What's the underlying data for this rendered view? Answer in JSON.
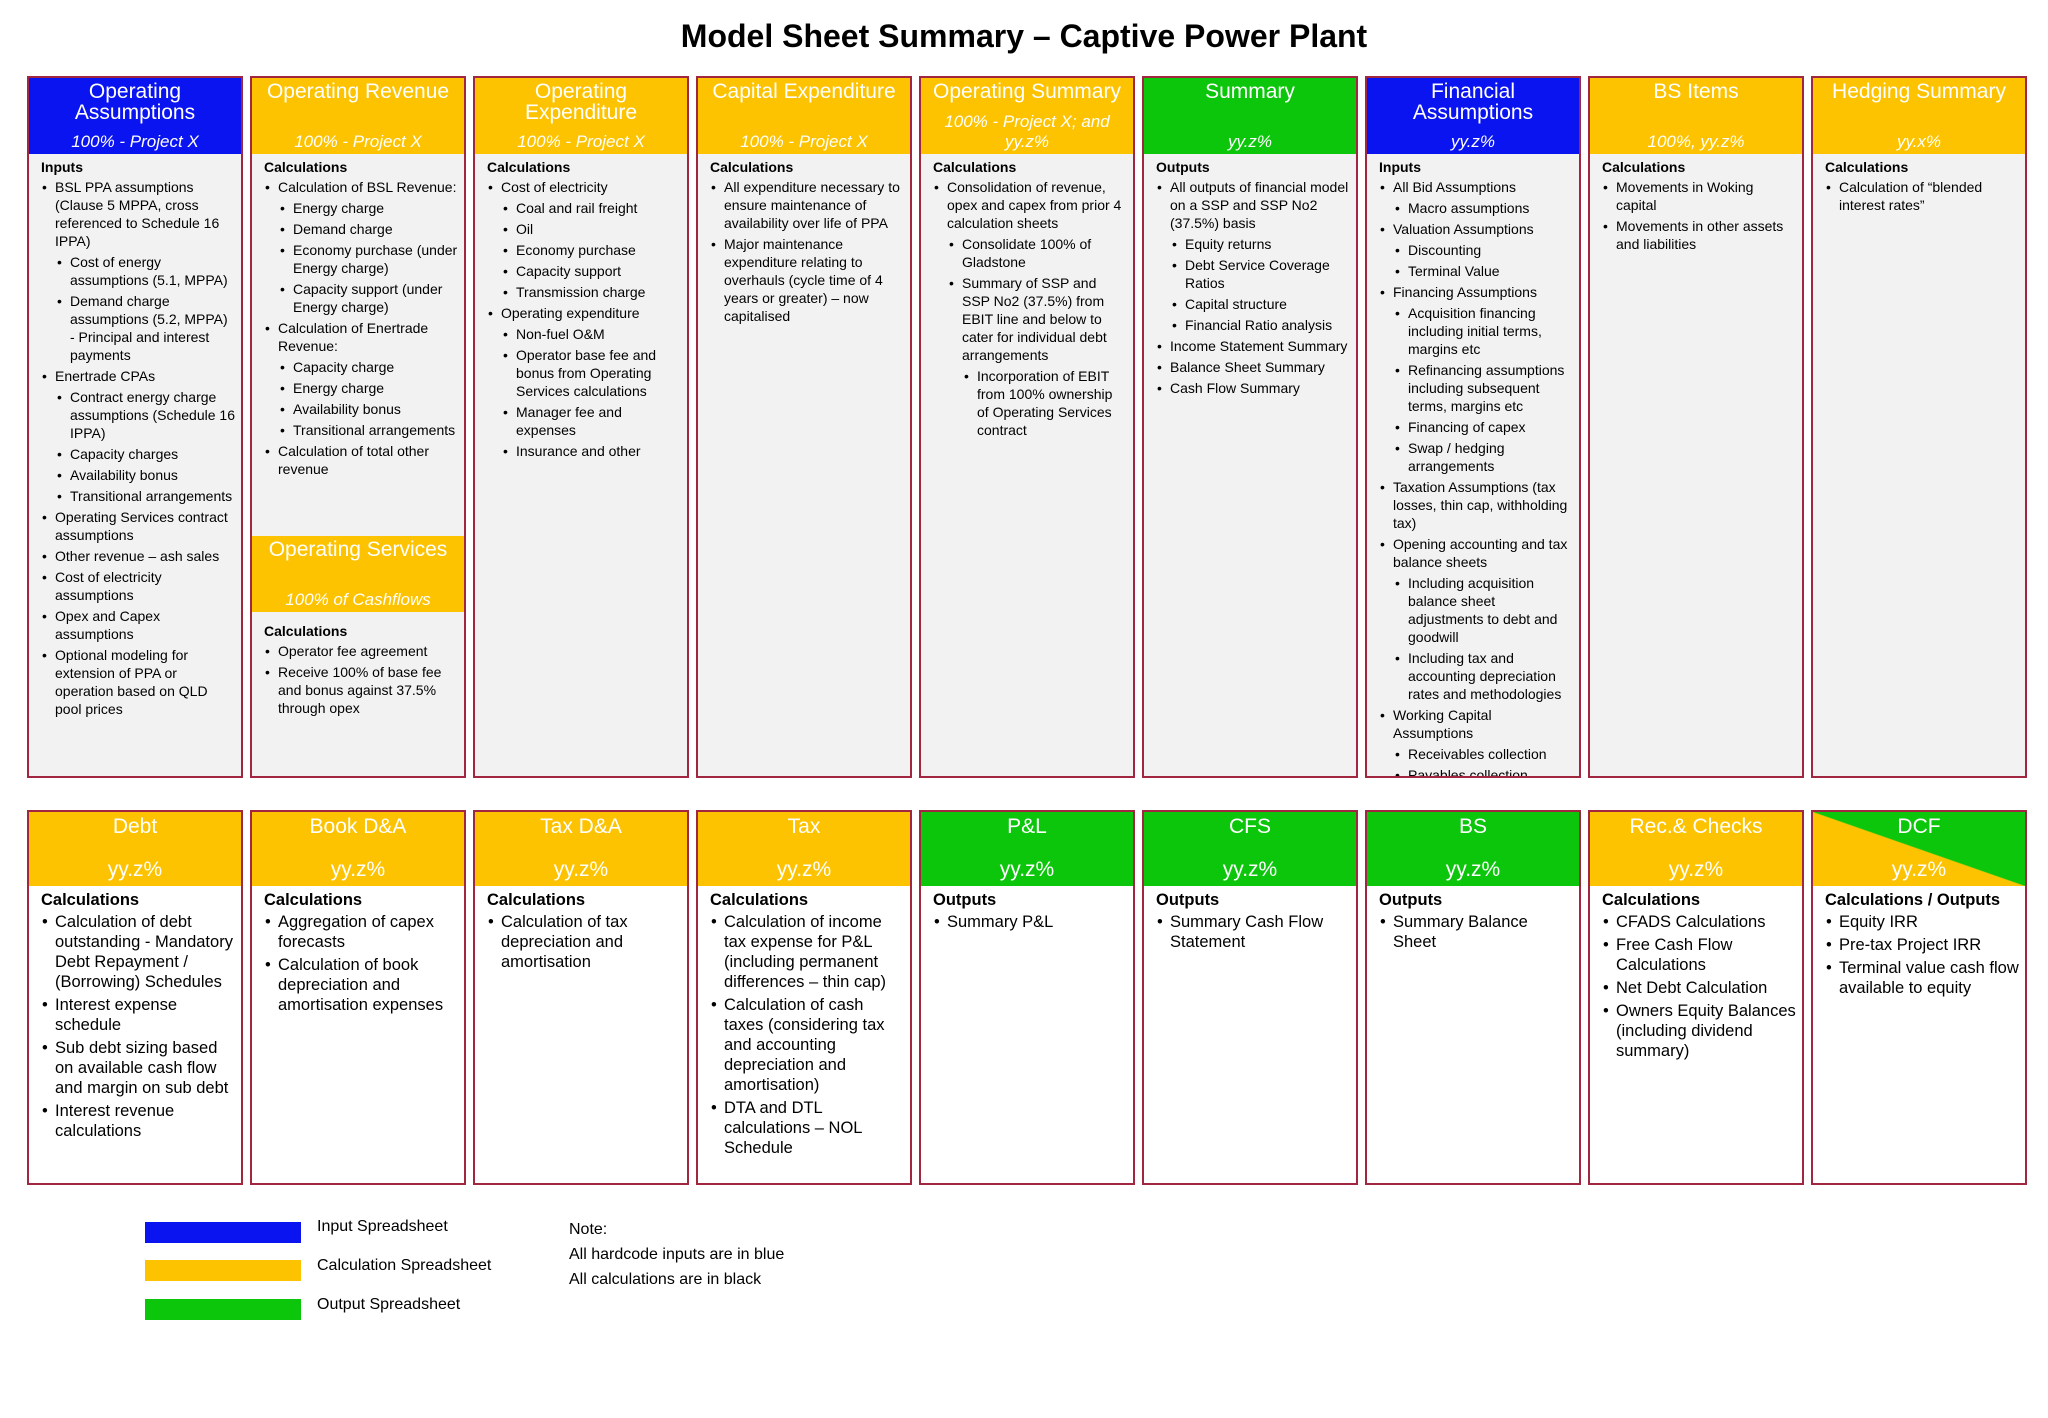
{
  "title": "Model Sheet Summary – Captive Power Plant",
  "row1": [
    {
      "title": "Operating Assumptions",
      "subtitle": "100% - Project X",
      "color": "blue",
      "section": "Inputs",
      "items": [
        {
          "text": "BSL PPA assumptions (Clause 5 MPPA, cross referenced to Schedule 16 IPPA)",
          "level": 1
        },
        {
          "text": "Cost of energy assumptions (5.1, MPPA)",
          "level": 2
        },
        {
          "text": "Demand charge assumptions (5.2, MPPA) - Principal and interest payments",
          "level": 2
        },
        {
          "text": "Enertrade CPAs",
          "level": 1
        },
        {
          "text": "Contract energy charge assumptions (Schedule 16 IPPA)",
          "level": 2
        },
        {
          "text": "Capacity charges",
          "level": 2
        },
        {
          "text": "Availability bonus",
          "level": 2
        },
        {
          "text": "Transitional arrangements",
          "level": 2
        },
        {
          "text": "Operating Services contract assumptions",
          "level": 1
        },
        {
          "text": "Other revenue – ash sales",
          "level": 1
        },
        {
          "text": "Cost of electricity assumptions",
          "level": 1
        },
        {
          "text": "Opex and Capex assumptions",
          "level": 1
        },
        {
          "text": "Optional modeling for extension of PPA or operation based on QLD pool prices",
          "level": 1
        }
      ]
    },
    {
      "title": "Operating Revenue",
      "subtitle": "100% - Project X",
      "color": "yellow",
      "section": "Calculations",
      "items": [
        {
          "text": "Calculation of BSL Revenue:",
          "level": 1
        },
        {
          "text": "Energy charge",
          "level": 2
        },
        {
          "text": "Demand charge",
          "level": 2
        },
        {
          "text": "Economy purchase (under Energy charge)",
          "level": 2
        },
        {
          "text": "Capacity support (under Energy charge)",
          "level": 2
        },
        {
          "text": "Calculation of Enertrade Revenue:",
          "level": 1
        },
        {
          "text": "Capacity charge",
          "level": 2
        },
        {
          "text": "Energy charge",
          "level": 2
        },
        {
          "text": "Availability bonus",
          "level": 2
        },
        {
          "text": "Transitional arrangements",
          "level": 2
        },
        {
          "text": "Calculation of total other revenue",
          "level": 1
        }
      ],
      "extra": {
        "title": "Operating Services",
        "subtitle": "100% of Cashflows",
        "color": "yellow",
        "section": "Calculations",
        "items": [
          {
            "text": "Operator fee agreement",
            "level": 1
          },
          {
            "text": "Receive 100% of base fee and bonus against 37.5% through opex",
            "level": 1
          }
        ]
      }
    },
    {
      "title": "Operating Expenditure",
      "subtitle": "100% - Project X",
      "color": "yellow",
      "section": "Calculations",
      "items": [
        {
          "text": "Cost of electricity",
          "level": 1
        },
        {
          "text": "Coal and rail freight",
          "level": 2
        },
        {
          "text": "Oil",
          "level": 2
        },
        {
          "text": "Economy purchase",
          "level": 2
        },
        {
          "text": "Capacity support",
          "level": 2
        },
        {
          "text": "Transmission charge",
          "level": 2
        },
        {
          "text": "Operating expenditure",
          "level": 1
        },
        {
          "text": "Non-fuel O&M",
          "level": 2
        },
        {
          "text": "Operator base fee and bonus from Operating Services calculations",
          "level": 2
        },
        {
          "text": "Manager fee and expenses",
          "level": 2
        },
        {
          "text": "Insurance and other",
          "level": 2
        }
      ]
    },
    {
      "title": "Capital Expenditure",
      "subtitle": "100% - Project X",
      "color": "yellow",
      "section": "Calculations",
      "items": [
        {
          "text": "All expenditure necessary to ensure maintenance of availability over life of PPA",
          "level": 1
        },
        {
          "text": "Major maintenance expenditure relating to overhauls (cycle time of 4 years or greater) – now capitalised",
          "level": 1
        }
      ]
    },
    {
      "title": "Operating Summary",
      "subtitle": "100% - Project X; and yy.z%",
      "color": "yellow",
      "section": "Calculations",
      "items": [
        {
          "text": "Consolidation of revenue, opex and capex from prior 4 calculation sheets",
          "level": 1
        },
        {
          "text": "Consolidate 100% of Gladstone",
          "level": 2
        },
        {
          "text": "Summary of SSP and SSP No2 (37.5%) from EBIT line and below to cater for individual debt arrangements",
          "level": 2
        },
        {
          "text": "Incorporation of EBIT from 100% ownership of Operating Services contract",
          "level": 3
        }
      ]
    },
    {
      "title": "Summary",
      "subtitle": "yy.z%",
      "color": "green",
      "section": "Outputs",
      "items": [
        {
          "text": "All outputs of financial model on a SSP and SSP No2 (37.5%) basis",
          "level": 1
        },
        {
          "text": "Equity returns",
          "level": 2
        },
        {
          "text": "Debt Service Coverage Ratios",
          "level": 2
        },
        {
          "text": "Capital structure",
          "level": 2
        },
        {
          "text": "Financial Ratio analysis",
          "level": 2
        },
        {
          "text": "Income Statement Summary",
          "level": 1
        },
        {
          "text": "Balance Sheet Summary",
          "level": 1
        },
        {
          "text": "Cash Flow Summary",
          "level": 1
        }
      ]
    },
    {
      "title": "Financial Assumptions",
      "subtitle": "yy.z%",
      "color": "blue",
      "section": "Inputs",
      "items": [
        {
          "text": "All Bid Assumptions",
          "level": 1
        },
        {
          "text": "Macro assumptions",
          "level": 2
        },
        {
          "text": "Valuation Assumptions",
          "level": 1
        },
        {
          "text": "Discounting",
          "level": 2
        },
        {
          "text": "Terminal Value",
          "level": 2
        },
        {
          "text": "Financing Assumptions",
          "level": 1
        },
        {
          "text": "Acquisition financing including initial terms, margins etc",
          "level": 2
        },
        {
          "text": "Refinancing assumptions including subsequent terms, margins etc",
          "level": 2
        },
        {
          "text": "Financing of capex",
          "level": 2
        },
        {
          "text": "Swap / hedging arrangements",
          "level": 2
        },
        {
          "text": "Taxation Assumptions (tax losses, thin cap, withholding tax)",
          "level": 1
        },
        {
          "text": "Opening accounting and tax balance sheets",
          "level": 1
        },
        {
          "text": "Including acquisition balance sheet adjustments to debt and goodwill",
          "level": 2
        },
        {
          "text": "Including tax and accounting depreciation rates and methodologies",
          "level": 2
        },
        {
          "text": "Working Capital Assumptions",
          "level": 1
        },
        {
          "text": "Receivables collection",
          "level": 2
        },
        {
          "text": "Payables collection",
          "level": 2
        }
      ]
    },
    {
      "title": "BS Items",
      "subtitle": "100%, yy.z%",
      "color": "yellow",
      "section": "Calculations",
      "items": [
        {
          "text": "Movements in Woking capital",
          "level": 1
        },
        {
          "text": "Movements in other assets and liabilities",
          "level": 1
        }
      ]
    },
    {
      "title": "Hedging Summary",
      "subtitle": "yy.x%",
      "color": "yellow",
      "section": "Calculations",
      "items": [
        {
          "text": "Calculation of “blended interest rates”",
          "level": 1
        }
      ]
    }
  ],
  "row2": [
    {
      "title": "Debt",
      "subtitle": "yy.z%",
      "color": "yellow",
      "section": "Calculations",
      "items": [
        {
          "text": "Calculation of debt outstanding - Mandatory Debt Repayment / (Borrowing) Schedules",
          "level": 1
        },
        {
          "text": "Interest expense schedule",
          "level": 1
        },
        {
          "text": "Sub debt sizing based on available cash flow and margin on sub debt",
          "level": 1
        },
        {
          "text": "Interest revenue calculations",
          "level": 1
        }
      ]
    },
    {
      "title": "Book D&A",
      "subtitle": "yy.z%",
      "color": "yellow",
      "section": "Calculations",
      "items": [
        {
          "text": "Aggregation of capex forecasts",
          "level": 1
        },
        {
          "text": "Calculation of book depreciation and amortisation expenses",
          "level": 1
        }
      ]
    },
    {
      "title": "Tax D&A",
      "subtitle": "yy.z%",
      "color": "yellow",
      "section": "Calculations",
      "items": [
        {
          "text": "Calculation of tax depreciation and amortisation",
          "level": 1
        }
      ]
    },
    {
      "title": "Tax",
      "subtitle": "yy.z%",
      "color": "yellow",
      "section": "Calculations",
      "items": [
        {
          "text": "Calculation of income tax expense for P&L (including permanent differences – thin cap)",
          "level": 1
        },
        {
          "text": "Calculation of cash taxes (considering tax and accounting depreciation and amortisation)",
          "level": 1
        },
        {
          "text": "DTA and DTL calculations – NOL Schedule",
          "level": 1
        }
      ]
    },
    {
      "title": "P&L",
      "subtitle": "yy.z%",
      "color": "green",
      "section": "Outputs",
      "items": [
        {
          "text": "Summary P&L",
          "level": 1
        }
      ]
    },
    {
      "title": "CFS",
      "subtitle": "yy.z%",
      "color": "green",
      "section": "Outputs",
      "items": [
        {
          "text": "Summary Cash Flow Statement",
          "level": 1
        }
      ]
    },
    {
      "title": "BS",
      "subtitle": "yy.z%",
      "color": "green",
      "section": "Outputs",
      "items": [
        {
          "text": "Summary Balance Sheet",
          "level": 1
        }
      ]
    },
    {
      "title": "Rec.& Checks",
      "subtitle": "yy.z%",
      "color": "yellow",
      "section": "Calculations",
      "items": [
        {
          "text": "CFADS Calculations",
          "level": 1
        },
        {
          "text": "Free Cash Flow Calculations",
          "level": 1
        },
        {
          "text": "Net Debt Calculation",
          "level": 1
        },
        {
          "text": "Owners Equity Balances (including dividend summary)",
          "level": 1
        }
      ]
    },
    {
      "title": "DCF",
      "subtitle": "yy.z%",
      "color": "diag",
      "section": "Calculations / Outputs",
      "items": [
        {
          "text": "Equity IRR",
          "level": 1
        },
        {
          "text": "Pre-tax Project IRR",
          "level": 1
        },
        {
          "text": "Terminal value cash flow available to equity",
          "level": 1
        }
      ]
    }
  ],
  "legend": [
    {
      "label": "Input Spreadsheet",
      "color": "#0a14f0"
    },
    {
      "label": "Calculation Spreadsheet",
      "color": "#fdc300"
    },
    {
      "label": "Output Spreadsheet",
      "color": "#0cc60c"
    }
  ],
  "note": {
    "title": "Note:",
    "lines": [
      "All hardcode inputs are in blue",
      "All calculations are in black"
    ]
  }
}
